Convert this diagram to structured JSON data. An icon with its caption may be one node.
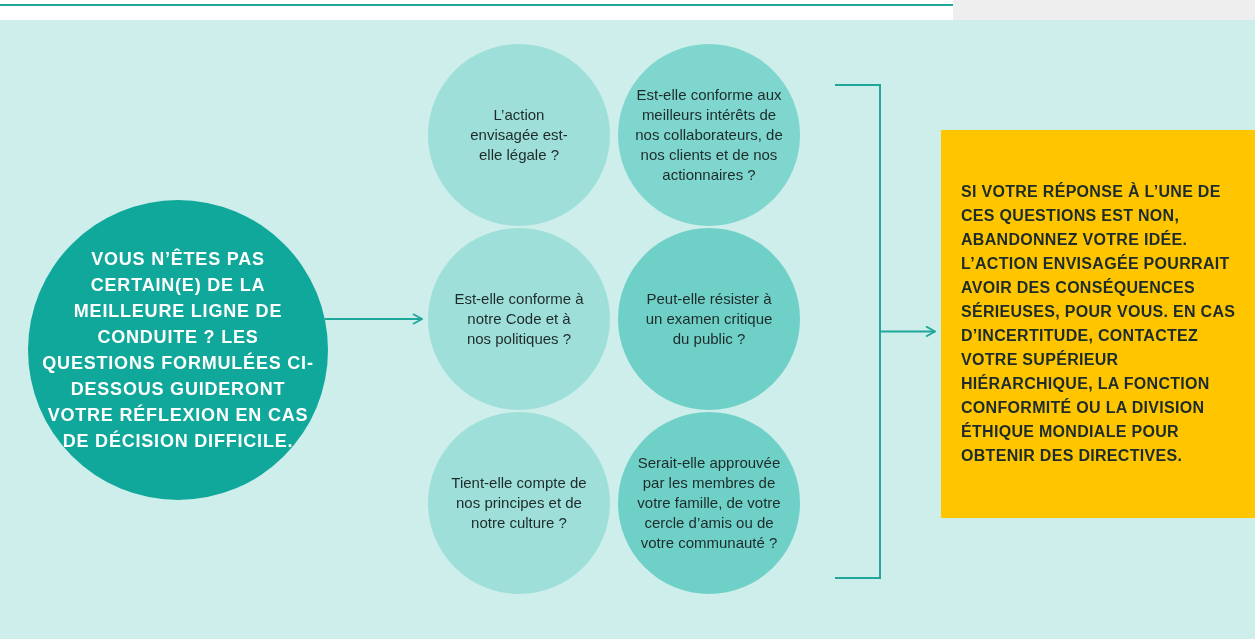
{
  "diagram": {
    "nodes": [
      {
        "text": [
          "VOUS N’ÊTES PAS CERTAIN(E) DE LA MEILLEURE LIGNE DE CONDUITE ? LES QUESTIONS FORMULÉES CI-DESSOUS GUIDERONT VOTRE RÉFLEXION EN CAS DE DÉCISION DIFFICILE."
        ]
      },
      {
        "text": [
          "L’action envisagée est-elle légale ?"
        ]
      },
      {
        "text": [
          "Est-elle conforme à notre Code et à nos politiques ?"
        ]
      },
      {
        "text": [
          "Tient-elle compte de nos principes et de notre culture ?"
        ]
      },
      {
        "text": [
          "Est-elle conforme aux meilleurs intérêts de nos collaborateurs, de nos clients et de nos actionnaires ?"
        ]
      },
      {
        "text": [
          "Peut-elle résister à un examen critique du public ?"
        ]
      },
      {
        "text": [
          "Serait-elle approuvée par les membres de votre famille, de votre cercle d’amis ou de votre communauté ?"
        ]
      },
      {
        "text": [],
        "shape": "bracket"
      },
      {
        "text": [
          "SI VOTRE RÉPONSE À L’UNE DE CES QUESTIONS EST NON, ABANDONNEZ VOTRE IDÉE. L’ACTION ENVISAGÉE POURRAIT AVOIR DES CONSÉQUENCES SÉRIEUSES, POUR VOUS. EN CAS D’INCERTITUDE, CONTACTEZ VOTRE SUPÉRIEUR HIÉRARCHIQUE, LA FONCTION CONFORMITÉ OU LA DIVISION ÉTHIQUE MONDIALE POUR OBTENIR DES DIRECTIVES."
        ]
      }
    ],
    "edges": [
      {
        "from": 0,
        "to": 2,
        "arrow": "to"
      },
      {
        "from": 7,
        "to": 8,
        "arrow": "to"
      }
    ]
  }
}
